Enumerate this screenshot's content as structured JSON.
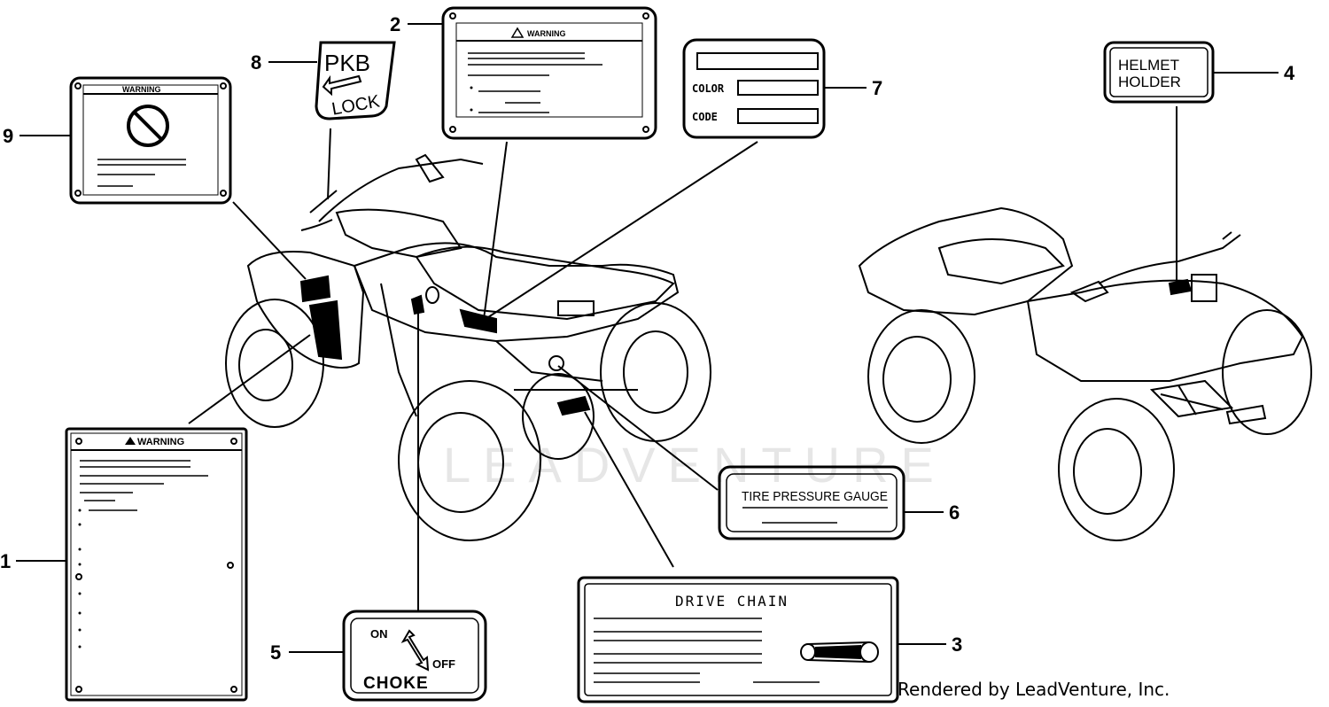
{
  "watermark": "LEADVENTURE",
  "footer": "Rendered by LeadVenture, Inc.",
  "callouts": {
    "c1": "1",
    "c2": "2",
    "c3": "3",
    "c4": "4",
    "c5": "5",
    "c6": "6",
    "c7": "7",
    "c8": "8",
    "c9": "9"
  },
  "labels": {
    "warning_large": "WARNING",
    "warning_top": "WARNING",
    "warning_small": "WARNING",
    "pkb": "PKB",
    "lock": "LOCK",
    "color": "COLOR",
    "code": "CODE",
    "helmet": "HELMET",
    "holder": "HOLDER",
    "tire_pressure_gauge": "TIRE PRESSURE GAUGE",
    "drive_chain": "DRIVE CHAIN",
    "choke_on": "ON",
    "choke_off": "OFF",
    "choke": "CHOKE"
  }
}
